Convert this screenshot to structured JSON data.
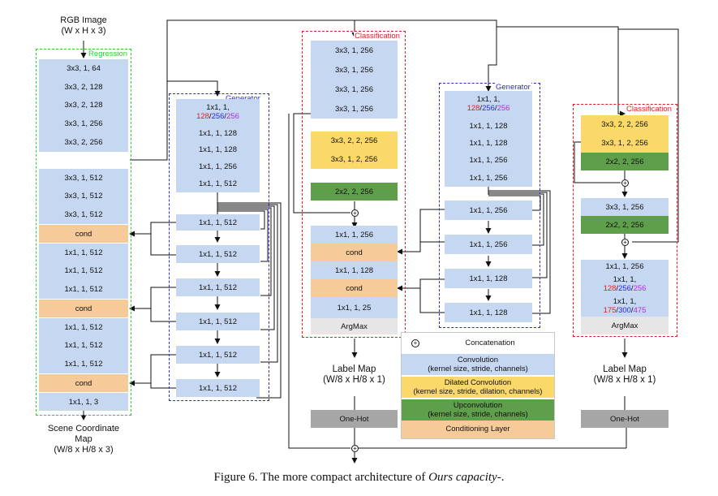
{
  "inputs": {
    "rgb_title": "RGB Image",
    "rgb_dims": "(W x H x 3)"
  },
  "outputs": {
    "scene_title": "Scene Coordinate",
    "scene_title2": "Map",
    "scene_dims": "(W/8 x H/8 x 3)",
    "label_map_title": "Label Map",
    "label_map_dims": "(W/8 x H/8 x 1)"
  },
  "frames": {
    "regression": "Regression",
    "generator": "Generator",
    "classification": "Classification"
  },
  "regression": {
    "block1": [
      "3x3, 1, 64",
      "3x3, 2, 128",
      "3x3, 2, 128",
      "3x3, 1, 256",
      "3x3, 2, 256"
    ],
    "block2": [
      "3x3, 1, 512",
      "3x3, 1, 512",
      "3x3, 1, 512"
    ],
    "cond": "cond",
    "block3": [
      "1x1, 1, 512",
      "1x1, 1, 512",
      "1x1, 1, 512"
    ],
    "block4": [
      "1x1, 1, 512",
      "1x1, 1, 512",
      "1x1, 1, 512"
    ],
    "final": "1x1, 1, 3"
  },
  "generator_left": {
    "head_prefix": "1x1, 1,",
    "head_a": "128",
    "head_b": "256",
    "head_c": "256",
    "trunk": [
      "1x1, 1, 128",
      "1x1, 1, 128",
      "1x1, 1, 256",
      "1x1, 1, 512"
    ],
    "branches": [
      "1x1, 1, 512",
      "1x1, 1, 512",
      "1x1, 1, 512",
      "1x1, 1, 512",
      "1x1, 1, 512",
      "1x1, 1, 512"
    ]
  },
  "classification_mid": {
    "block1": [
      "3x3, 1, 256",
      "3x3, 1, 256",
      "3x3, 1, 256",
      "3x3, 1, 256"
    ],
    "dilated": [
      "3x3, 2, 2, 256",
      "3x3, 1, 2, 256"
    ],
    "up": "2x2, 2, 256",
    "after_concat": "1x1, 1, 256",
    "cond": "cond",
    "mid": "1x1, 1, 128",
    "final": "1x1, 1, 25",
    "argmax": "ArgMax"
  },
  "generator_right": {
    "head_prefix": "1x1, 1,",
    "head_a": "128",
    "head_b": "256",
    "head_c": "256",
    "trunk": [
      "1x1, 1, 128",
      "1x1, 1, 128",
      "1x1, 1, 256",
      "1x1, 1, 256"
    ],
    "branches": [
      "1x1, 1, 256",
      "1x1, 1, 256",
      "1x1, 1, 128",
      "1x1, 1, 128"
    ]
  },
  "classification_right": {
    "dilated": [
      "3x3, 2, 2, 256",
      "3x3, 1, 2, 256"
    ],
    "up1": "2x2, 2, 256",
    "conv": "3x3, 1, 256",
    "up2": "2x2, 2, 256",
    "tail1": "1x1, 1, 256",
    "tail2_prefix": "1x1, 1,",
    "tail2_a": "128",
    "tail2_b": "256",
    "tail2_c": "256",
    "tail3_prefix": "1x1, 1,",
    "tail3_a": "175",
    "tail3_b": "300",
    "tail3_c": "475",
    "argmax": "ArgMax"
  },
  "onehot": "One-Hot",
  "legend": {
    "concat": "Concatenation",
    "conv_title": "Convolution",
    "conv_sub": "(kernel size, stride, channels)",
    "dil_title": "Dilated Convolution",
    "dil_sub": "(kernel size, stride, dilation, channels)",
    "up_title": "Upconvolution",
    "up_sub": "(kernel size, stride, channels)",
    "cond_title": "Conditioning Layer"
  },
  "caption": {
    "prefix": "Figure 6. The more compact architecture of ",
    "italic": "Ours capacity",
    "suffix": "-."
  },
  "colors": {
    "convolution": "#c6d7f1",
    "dilated": "#fad86a",
    "upconvolution": "#5f9e4a",
    "conditioning": "#f7ca9a",
    "regression_frame": "#2dd12d",
    "generator_frame": "#2a2ad6",
    "classification_frame": "#e02020"
  }
}
